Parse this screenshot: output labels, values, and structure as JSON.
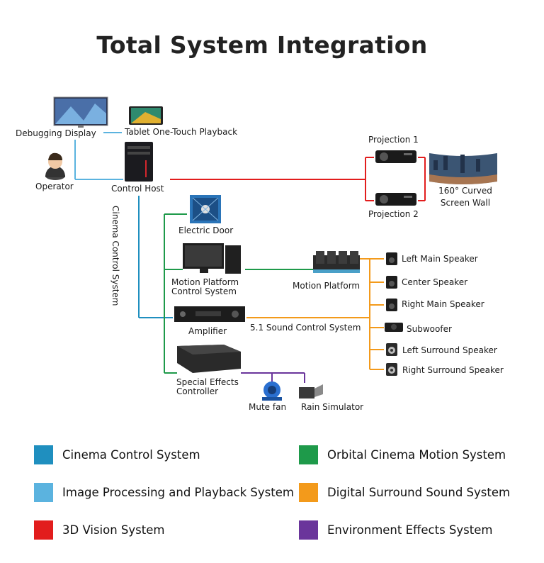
{
  "title": "Total System Integration",
  "colors": {
    "cinema_control": "#1f8fbf",
    "image_processing": "#5bb3df",
    "vision_3d": "#e21d1d",
    "motion": "#1e9a4a",
    "sound": "#f39a1b",
    "effects": "#6a359b"
  },
  "nodes": {
    "debugging_display": "Debugging Display",
    "tablet": "Tablet One-Touch Playback",
    "operator": "Operator",
    "control_host": "Control Host",
    "projection_1": "Projection 1",
    "projection_2": "Projection 2",
    "screen_wall_line1": "160° Curved",
    "screen_wall_line2": "Screen Wall",
    "cinema_control_system": "Cinema Control System",
    "electric_door": "Electric Door",
    "mpcs_line1": "Motion Platform",
    "mpcs_line2": "Control System",
    "motion_platform": "Motion Platform",
    "amplifier": "Amplifier",
    "sound_control": "5.1 Sound Control System",
    "sfx_line1": "Special Effects",
    "sfx_line2": "Controller",
    "mute_fan": "Mute fan",
    "rain_simulator": "Rain Simulator"
  },
  "speakers": [
    "Left Main Speaker",
    "Center Speaker",
    "Right Main Speaker",
    "Subwoofer",
    "Left Surround Speaker",
    "Right Surround Speaker"
  ],
  "legend": [
    {
      "label": "Cinema Control System",
      "color": "#1f8fbf"
    },
    {
      "label": "Orbital Cinema Motion System",
      "color": "#1e9a4a"
    },
    {
      "label": "Image Processing and Playback System",
      "color": "#5bb3df"
    },
    {
      "label": "Digital Surround Sound System",
      "color": "#f39a1b"
    },
    {
      "label": "3D Vision System",
      "color": "#e21d1d"
    },
    {
      "label": "Environment Effects System",
      "color": "#6a359b"
    }
  ]
}
